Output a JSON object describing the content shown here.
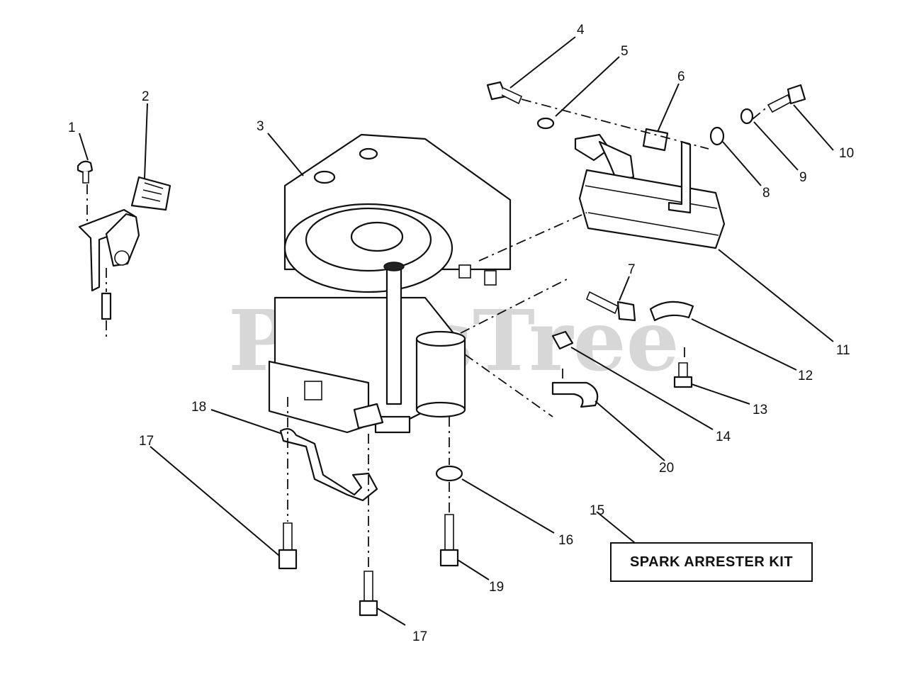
{
  "watermark": "PartsTree",
  "kit_label": "SPARK ARRESTER KIT",
  "callouts": {
    "c1": "1",
    "c2": "2",
    "c3": "3",
    "c4": "4",
    "c5": "5",
    "c6": "6",
    "c7": "7",
    "c8": "8",
    "c9": "9",
    "c10": "10",
    "c11": "11",
    "c12": "12",
    "c13": "13",
    "c14": "14",
    "c15": "15",
    "c16": "16",
    "c17a": "17",
    "c17b": "17",
    "c18": "18",
    "c19": "19",
    "c20": "20"
  }
}
